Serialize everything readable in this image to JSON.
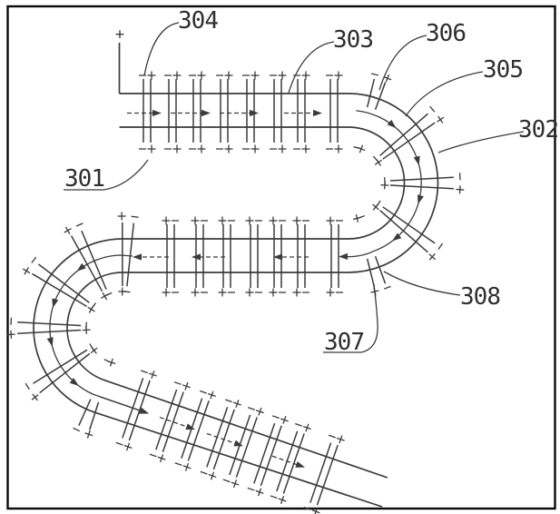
{
  "figure": {
    "ink_color": "#3b3b3b",
    "background_color": "#ffffff",
    "terminal_plus": "+",
    "ref_labels": [
      {
        "key": "301",
        "text": "301",
        "underline": true
      },
      {
        "key": "302",
        "text": "302",
        "underline": false
      },
      {
        "key": "303",
        "text": "303",
        "underline": false
      },
      {
        "key": "304",
        "text": "304",
        "underline": false
      },
      {
        "key": "305",
        "text": "305",
        "underline": false
      },
      {
        "key": "306",
        "text": "306",
        "underline": false
      },
      {
        "key": "307",
        "text": "307",
        "underline": true
      },
      {
        "key": "308",
        "text": "308",
        "underline": false
      }
    ],
    "polarity": {
      "top_row_signs": [
        "-",
        "+"
      ],
      "middle_row_signs": [
        "+",
        "-"
      ],
      "diagonal_row_signs": [
        "-",
        "+"
      ],
      "curve_rule": "minus-dash before plus along flow direction, marks at both inner and outer ends"
    },
    "electrodes": {
      "top_x": [
        162,
        190,
        217,
        247,
        276,
        306,
        332,
        368
      ],
      "middle_x": [
        188,
        220,
        250,
        280,
        306,
        332,
        369
      ],
      "diagonal_x": [
        150,
        187,
        215,
        243,
        268,
        295,
        320,
        357
      ],
      "right_curve": [
        {
          "deg": -73,
          "short": true
        },
        {
          "deg": -38,
          "short": false
        },
        {
          "deg": 0,
          "short": false
        },
        {
          "deg": 38,
          "short": false
        },
        {
          "deg": 73,
          "short": true
        }
      ],
      "left_curve": [
        {
          "deg": 273,
          "short": false
        },
        {
          "deg": 244,
          "short": false
        },
        {
          "deg": 214,
          "short": false
        },
        {
          "deg": 180,
          "short": false
        },
        {
          "deg": 145,
          "short": false
        },
        {
          "deg": 111,
          "short": true
        }
      ]
    },
    "flow_arrows": {
      "top_row": [
        {
          "tail": 140,
          "tip": 178
        },
        {
          "tail": 188,
          "tip": 232
        },
        {
          "tail": 242,
          "tip": 285
        },
        {
          "tail": 313,
          "tip": 355
        }
      ],
      "middle_row": [
        {
          "tail": 186,
          "tip": 146
        },
        {
          "tail": 248,
          "tip": 211
        },
        {
          "tail": 340,
          "tip": 301
        }
      ],
      "diagonal_row": [
        {
          "tail": 110,
          "tip": 164,
          "solid": true
        },
        {
          "tail": 176,
          "tip": 215
        },
        {
          "tail": 228,
          "tip": 268
        },
        {
          "tail": 300,
          "tip": 336
        }
      ],
      "right_curve_deg": [
        -49,
        -14,
        17,
        53
      ],
      "left_curve_deg": [
        231,
        196,
        165,
        127
      ]
    }
  }
}
